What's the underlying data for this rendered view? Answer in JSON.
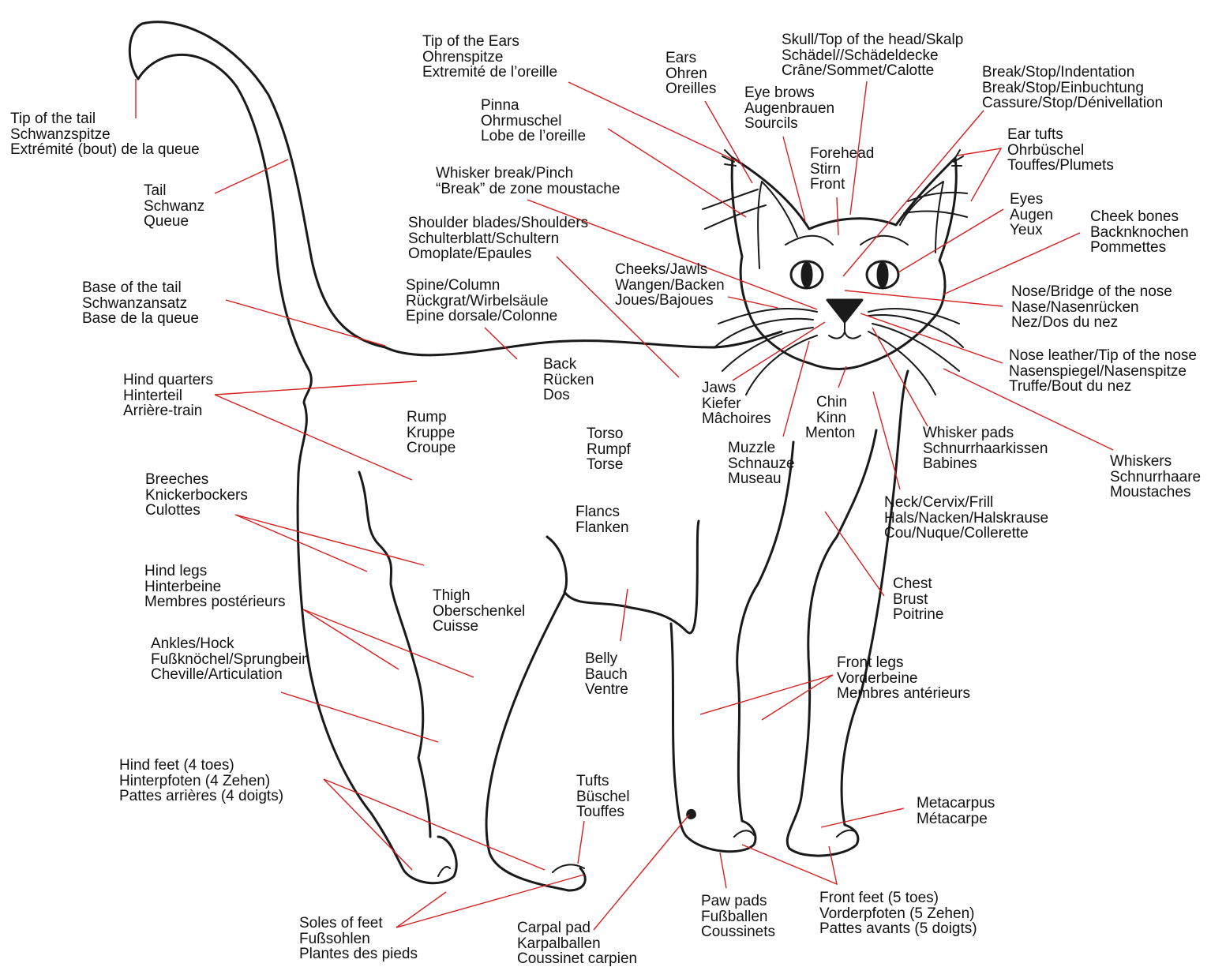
{
  "diagram": {
    "colors": {
      "outline": "#1a1a1a",
      "leader": "#d62020",
      "text": "#111111",
      "background": "#ffffff"
    },
    "labels": [
      {
        "id": "tip-of-tail",
        "lines": [
          "Tip of the tail",
          "Schwanzspitze",
          "Extrémité (bout) de la queue"
        ]
      },
      {
        "id": "tail",
        "lines": [
          "Tail",
          "Schwanz",
          "Queue"
        ]
      },
      {
        "id": "base-of-tail",
        "lines": [
          "Base of the tail",
          "Schwanzansatz",
          "Base de la queue"
        ]
      },
      {
        "id": "hind-quarters",
        "lines": [
          "Hind quarters",
          "Hinterteil",
          "Arrière-train"
        ]
      },
      {
        "id": "breeches",
        "lines": [
          "Breeches",
          "Knickerbockers",
          "Culottes"
        ]
      },
      {
        "id": "hind-legs",
        "lines": [
          "Hind legs",
          "Hinterbeine",
          "Membres postérieurs"
        ]
      },
      {
        "id": "ankles",
        "lines": [
          "Ankles/Hock",
          "Fußknöchel/Sprungbein",
          "Cheville/Articulation"
        ]
      },
      {
        "id": "hind-feet",
        "lines": [
          "Hind feet (4 toes)",
          "Hinterpfoten (4 Zehen)",
          "Pattes arrières (4 doigts)"
        ]
      },
      {
        "id": "soles",
        "lines": [
          "Soles of feet",
          "Fußsohlen",
          "Plantes des pieds"
        ]
      },
      {
        "id": "carpal-pad",
        "lines": [
          "Carpal pad",
          "Karpalballen",
          "Coussinet carpien"
        ]
      },
      {
        "id": "tufts",
        "lines": [
          "Tufts",
          "Büschel",
          "Touffes"
        ]
      },
      {
        "id": "belly",
        "lines": [
          "Belly",
          "Bauch",
          "Ventre"
        ]
      },
      {
        "id": "thigh",
        "lines": [
          "Thigh",
          "Oberschenkel",
          "Cuisse"
        ]
      },
      {
        "id": "flancs",
        "lines": [
          "Flancs",
          "Flanken"
        ]
      },
      {
        "id": "rump",
        "lines": [
          "Rump",
          "Kruppe",
          "Croupe"
        ]
      },
      {
        "id": "torso",
        "lines": [
          "Torso",
          "Rumpf",
          "Torse"
        ]
      },
      {
        "id": "back",
        "lines": [
          "Back",
          "Rücken",
          "Dos"
        ]
      },
      {
        "id": "spine",
        "lines": [
          "Spine/Column",
          "Rückgrat/Wirbelsäule",
          "Epine dorsale/Colonne"
        ]
      },
      {
        "id": "shoulder-blades",
        "lines": [
          "Shoulder blades/Shoulders",
          "Schulterblatt/Schultern",
          "Omoplate/Epaules"
        ]
      },
      {
        "id": "whisker-break",
        "lines": [
          "Whisker break/Pinch",
          "“Break” de zone moustache"
        ]
      },
      {
        "id": "pinna",
        "lines": [
          "Pinna",
          "Ohrmuschel",
          "Lobe de l’oreille"
        ]
      },
      {
        "id": "tip-of-ears",
        "lines": [
          "Tip of the Ears",
          "Ohrenspitze",
          "Extremité de l’oreille"
        ]
      },
      {
        "id": "ears",
        "lines": [
          "Ears",
          "Ohren",
          "Oreilles"
        ]
      },
      {
        "id": "eye-brows",
        "lines": [
          "Eye brows",
          "Augenbrauen",
          "Sourcils"
        ]
      },
      {
        "id": "skull",
        "lines": [
          "Skull/Top of the head/Skalp",
          "Schädel//Schädeldecke",
          "Crâne/Sommet/Calotte"
        ]
      },
      {
        "id": "forehead",
        "lines": [
          "Forehead",
          "Stirn",
          "Front"
        ]
      },
      {
        "id": "break-stop",
        "lines": [
          "Break/Stop/Indentation",
          "Break/Stop/Einbuchtung",
          "Cassure/Stop/Dénivellation"
        ]
      },
      {
        "id": "ear-tufts",
        "lines": [
          "Ear tufts",
          "Ohrbüschel",
          "Touffes/Plumets"
        ]
      },
      {
        "id": "eyes",
        "lines": [
          "Eyes",
          "Augen",
          "Yeux"
        ]
      },
      {
        "id": "cheek-bones",
        "lines": [
          "Cheek bones",
          "Backnknochen",
          "Pommettes"
        ]
      },
      {
        "id": "cheeks-jawls",
        "lines": [
          "Cheeks/Jawls",
          "Wangen/Backen",
          "Joues/Bajoues"
        ]
      },
      {
        "id": "nose-bridge",
        "lines": [
          "Nose/Bridge of the nose",
          "Nase/Nasenrücken",
          "Nez/Dos du nez"
        ]
      },
      {
        "id": "nose-leather",
        "lines": [
          "Nose leather/Tip of the nose",
          "Nasenspiegel/Nasenspitze",
          "Truffe/Bout du nez"
        ]
      },
      {
        "id": "jaws",
        "lines": [
          "Jaws",
          "Kiefer",
          "Mâchoires"
        ]
      },
      {
        "id": "chin",
        "lines": [
          "Chin",
          "Kinn",
          "Menton"
        ]
      },
      {
        "id": "muzzle",
        "lines": [
          "Muzzle",
          "Schnauze",
          "Museau"
        ]
      },
      {
        "id": "whisker-pads",
        "lines": [
          "Whisker pads",
          "Schnurrhaarkissen",
          "Babines"
        ]
      },
      {
        "id": "whiskers",
        "lines": [
          "Whiskers",
          "Schnurrhaare",
          "Moustaches"
        ]
      },
      {
        "id": "neck",
        "lines": [
          "Neck/Cervix/Frill",
          "Hals/Nacken/Halskrause",
          "Cou/Nuque/Collerette"
        ]
      },
      {
        "id": "chest",
        "lines": [
          "Chest",
          "Brust",
          "Poitrine"
        ]
      },
      {
        "id": "front-legs",
        "lines": [
          "Front legs",
          "Vorderbeine",
          "Membres antérieurs"
        ]
      },
      {
        "id": "metacarpus",
        "lines": [
          "Metacarpus",
          "Métacarpe"
        ]
      },
      {
        "id": "paw-pads",
        "lines": [
          "Paw pads",
          "Fußballen",
          "Coussinets"
        ]
      },
      {
        "id": "front-feet",
        "lines": [
          "Front feet (5 toes)",
          "Vorderpfoten (5 Zehen)",
          "Pattes avants (5 doigts)"
        ]
      }
    ]
  }
}
